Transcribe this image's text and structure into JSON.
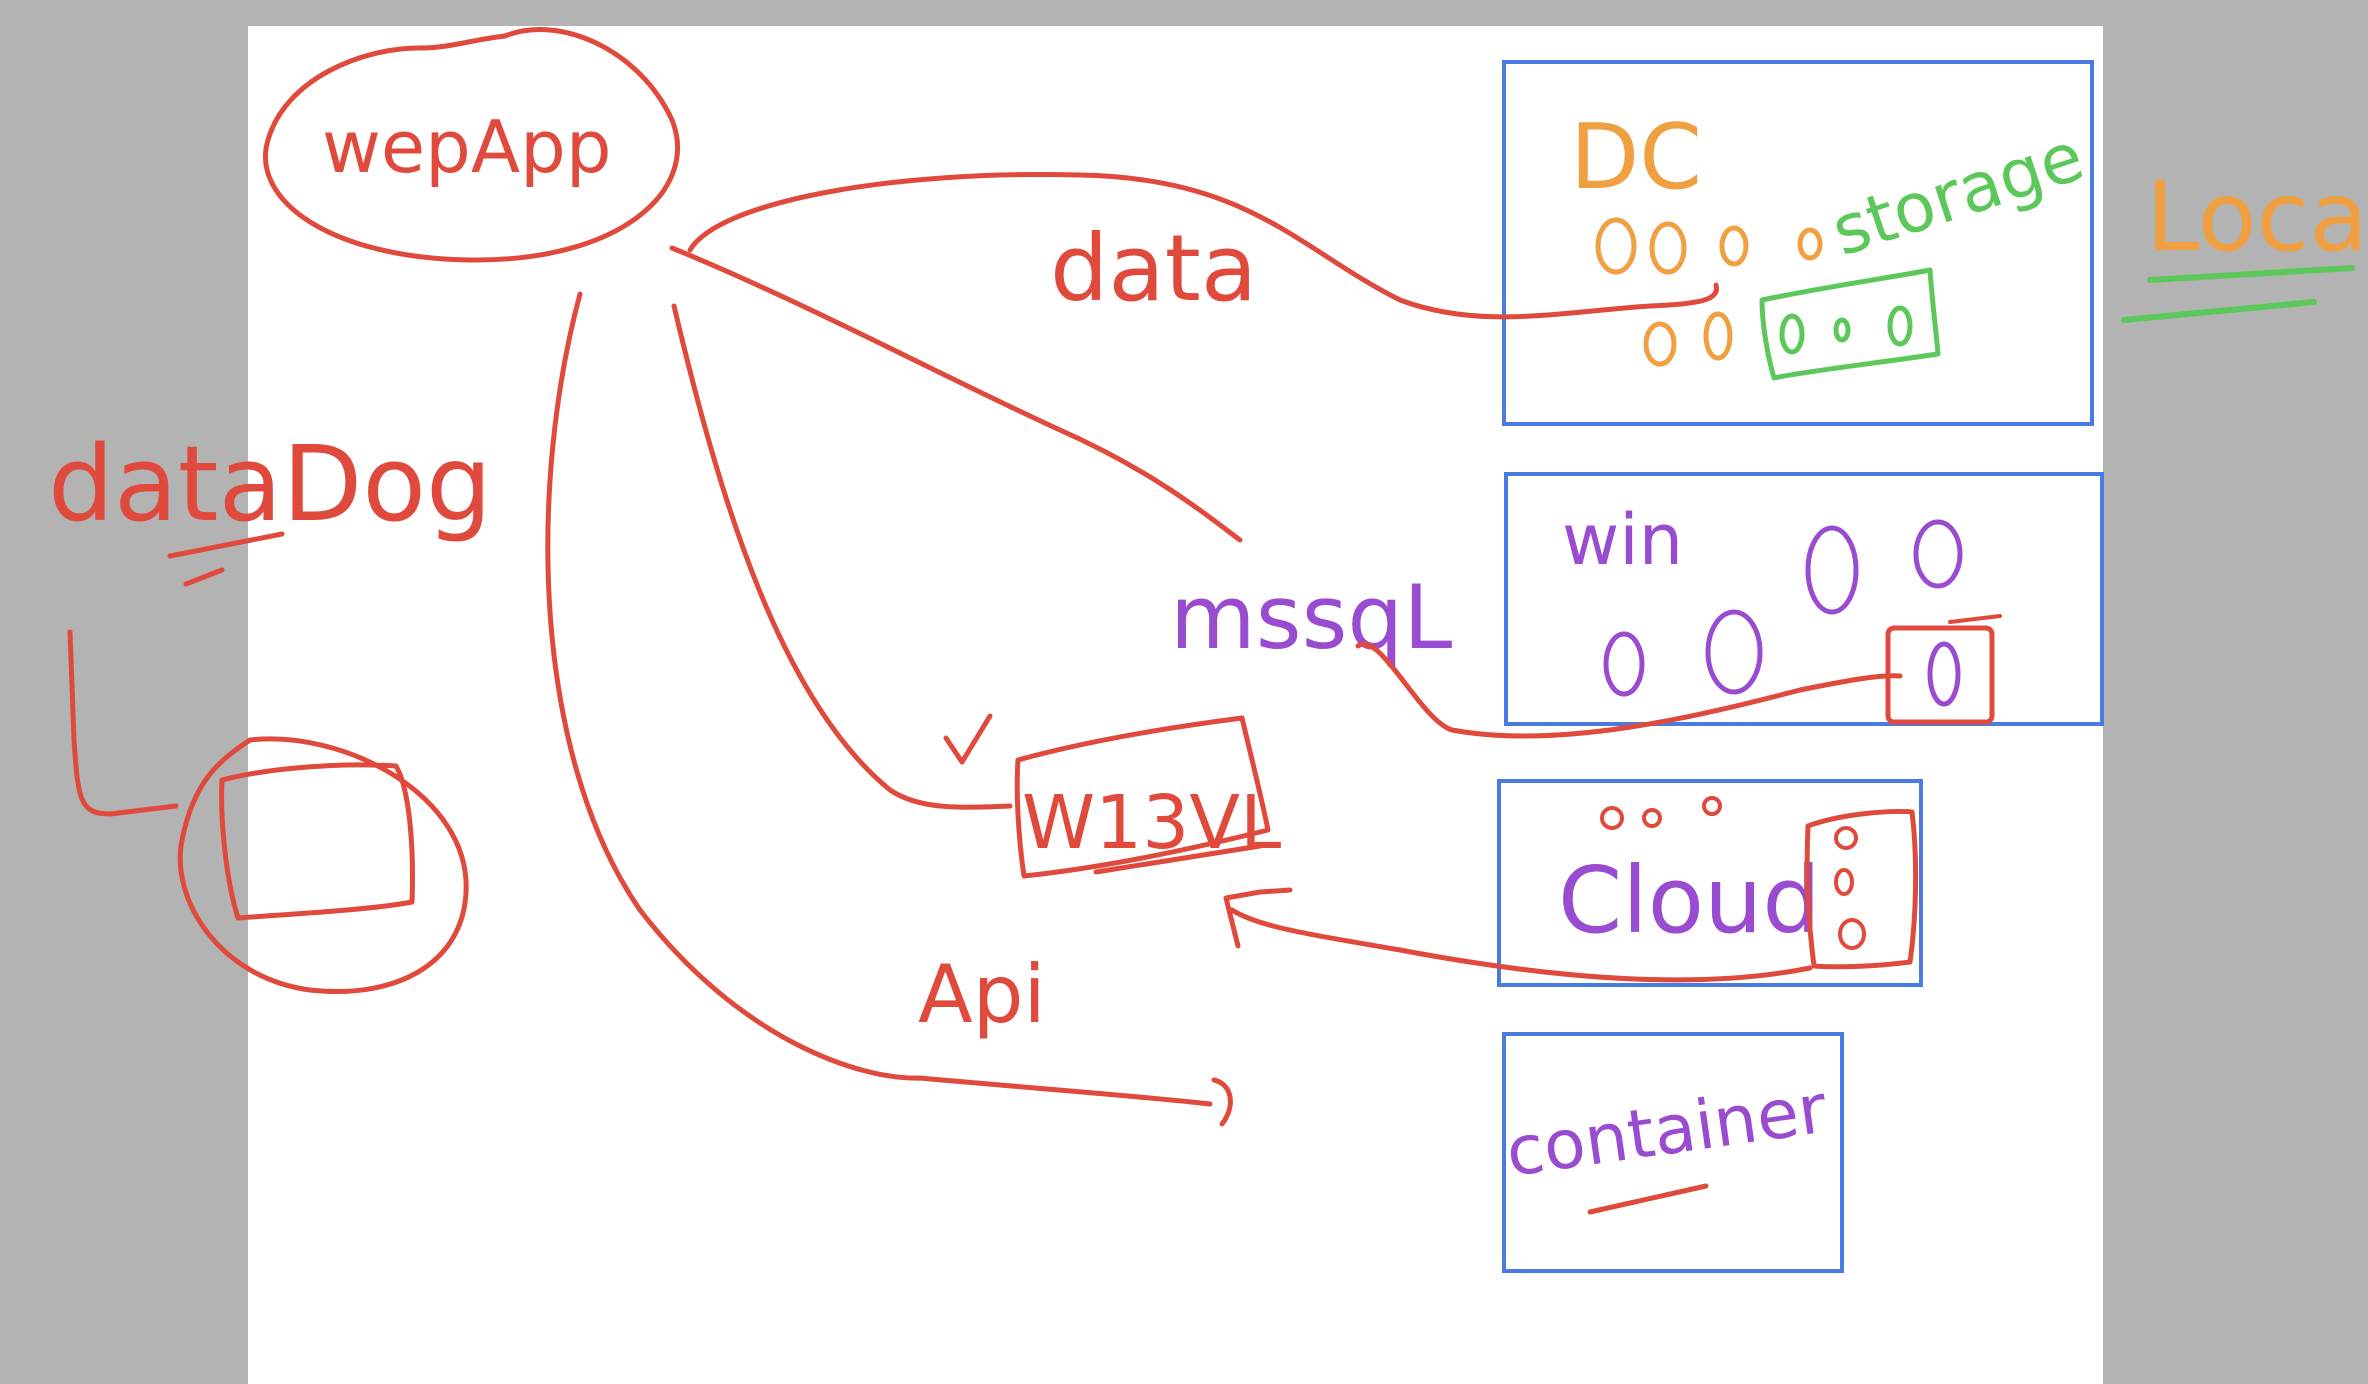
{
  "colors": {
    "background": "#b3b3b3",
    "canvas": "#ffffff",
    "red_ink": "#e04a3c",
    "blue_box": "#4a7be0",
    "orange_ink": "#f0a040",
    "green_ink": "#5cc85a",
    "purple_ink": "#9a4cd0"
  },
  "labels": {
    "webapp": "wepApp",
    "datadog": "dataDog",
    "data": "data",
    "mssql": "mssqL",
    "w13vl": "W13VL",
    "api": "Api",
    "dc": "DC",
    "storage": "storage",
    "local": "Local",
    "win": "win",
    "cloud": "Cloud",
    "container": "container"
  }
}
